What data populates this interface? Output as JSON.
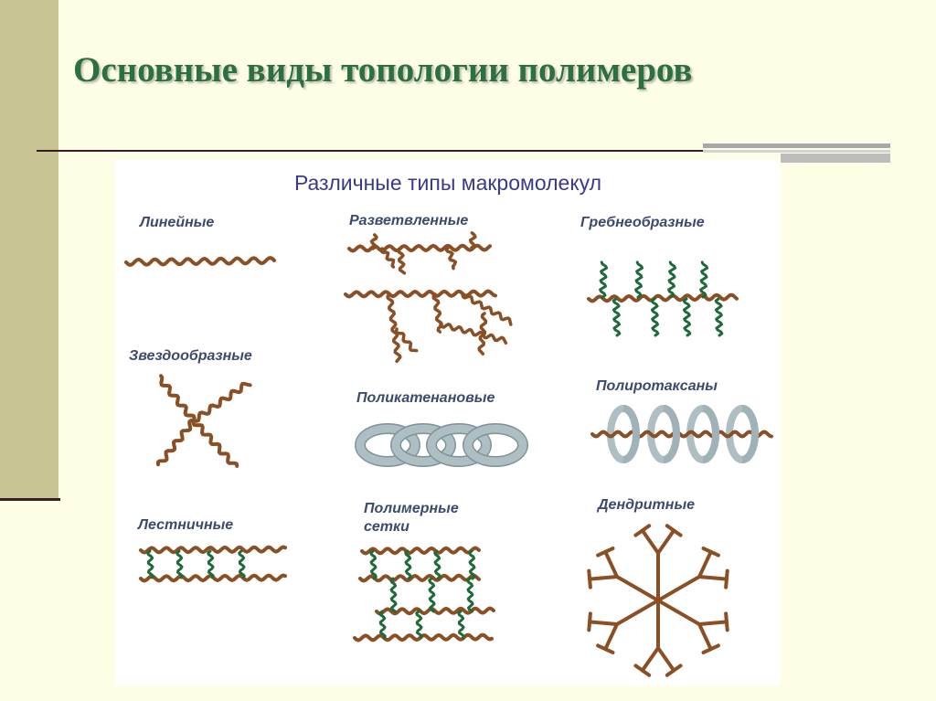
{
  "slide_title": "Основные виды топологии полимеров",
  "figure": {
    "title": "Различные типы макромолекул",
    "labels": {
      "linear": "Линейные",
      "branched": "Разветвленные",
      "comb": "Гребнеобразные",
      "star": "Звездообразные",
      "polycatenane": "Поликатенановые",
      "polyrotaxane": "Полиротаксаны",
      "ladder": "Лестничные",
      "network_line1": "Полимерные",
      "network_line2": "сетки",
      "dendritic": "Дендритные"
    }
  },
  "colors": {
    "background": "#fefde6",
    "side_bar": "#c8c494",
    "title_text": "#2c7040",
    "chain_brown": "#8a4f24",
    "crosslink_green": "#1f6a3a",
    "ring_gray": "#aebfc4",
    "label_blue": "#3c4a6e"
  }
}
